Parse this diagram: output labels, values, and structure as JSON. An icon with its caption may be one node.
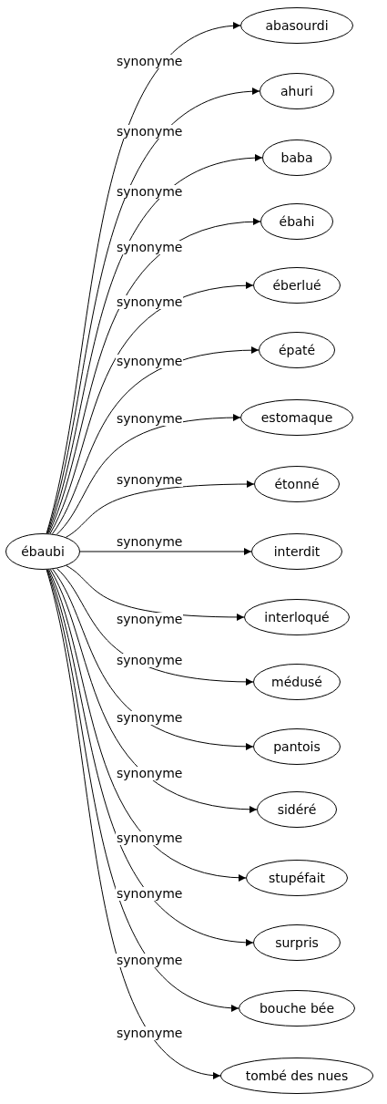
{
  "diagram": {
    "nodes": [
      {
        "text": [
          "ébaubi"
        ]
      },
      {
        "text": [
          "abasourdi"
        ]
      },
      {
        "text": [
          "ahuri"
        ]
      },
      {
        "text": [
          "baba"
        ]
      },
      {
        "text": [
          "ébahi"
        ]
      },
      {
        "text": [
          "éberlué"
        ]
      },
      {
        "text": [
          "épaté"
        ]
      },
      {
        "text": [
          "estomaque"
        ]
      },
      {
        "text": [
          "étonné"
        ]
      },
      {
        "text": [
          "interdit"
        ]
      },
      {
        "text": [
          "interloqué"
        ]
      },
      {
        "text": [
          "médusé"
        ]
      },
      {
        "text": [
          "pantois"
        ]
      },
      {
        "text": [
          "sidéré"
        ]
      },
      {
        "text": [
          "stupéfait"
        ]
      },
      {
        "text": [
          "surpris"
        ]
      },
      {
        "text": [
          "bouche bée"
        ]
      },
      {
        "text": [
          "tombé des nues"
        ]
      }
    ],
    "edges": [
      {
        "from": 0,
        "to": 1,
        "arrow": "to",
        "label": "synonyme"
      },
      {
        "from": 0,
        "to": 2,
        "arrow": "to",
        "label": "synonyme"
      },
      {
        "from": 0,
        "to": 3,
        "arrow": "to",
        "label": "synonyme"
      },
      {
        "from": 0,
        "to": 4,
        "arrow": "to",
        "label": "synonyme"
      },
      {
        "from": 0,
        "to": 5,
        "arrow": "to",
        "label": "synonyme"
      },
      {
        "from": 0,
        "to": 6,
        "arrow": "to",
        "label": "synonyme"
      },
      {
        "from": 0,
        "to": 7,
        "arrow": "to",
        "label": "synonyme"
      },
      {
        "from": 0,
        "to": 8,
        "arrow": "to",
        "label": "synonyme"
      },
      {
        "from": 0,
        "to": 9,
        "arrow": "to",
        "label": "synonyme"
      },
      {
        "from": 0,
        "to": 10,
        "arrow": "to",
        "label": "synonyme"
      },
      {
        "from": 0,
        "to": 11,
        "arrow": "to",
        "label": "synonyme"
      },
      {
        "from": 0,
        "to": 12,
        "arrow": "to",
        "label": "synonyme"
      },
      {
        "from": 0,
        "to": 13,
        "arrow": "to",
        "label": "synonyme"
      },
      {
        "from": 0,
        "to": 14,
        "arrow": "to",
        "label": "synonyme"
      },
      {
        "from": 0,
        "to": 15,
        "arrow": "to",
        "label": "synonyme"
      },
      {
        "from": 0,
        "to": 16,
        "arrow": "to",
        "label": "synonyme"
      },
      {
        "from": 0,
        "to": 17,
        "arrow": "to",
        "label": "synonyme"
      }
    ]
  }
}
